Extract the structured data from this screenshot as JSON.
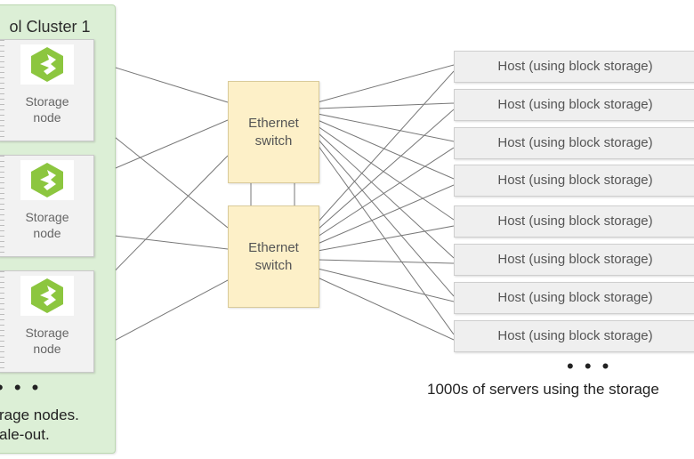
{
  "cluster": {
    "title": "ol Cluster 1",
    "nodes": [
      {
        "label": "Storage\nnode"
      },
      {
        "label": "Storage\nnode"
      },
      {
        "label": "Storage\nnode"
      }
    ],
    "ellipsis": "• • •",
    "note": "rage nodes.\nale-out."
  },
  "switches": [
    {
      "label": "Ethernet\nswitch"
    },
    {
      "label": "Ethernet\nswitch"
    }
  ],
  "hosts": [
    {
      "label": "Host (using block storage)"
    },
    {
      "label": "Host (using block storage)"
    },
    {
      "label": "Host (using block storage)"
    },
    {
      "label": "Host (using block storage)"
    },
    {
      "label": "Host (using block storage)"
    },
    {
      "label": "Host (using block storage)"
    },
    {
      "label": "Host (using block storage)"
    },
    {
      "label": "Host (using block storage)"
    }
  ],
  "hosts_ellipsis": "• • •",
  "servers_caption": "1000s of servers using the storage",
  "colors": {
    "cluster_bg": "#dcefd6",
    "switch_bg": "#fdf0c8",
    "host_bg": "#efefef",
    "logo_green": "#8cc63f",
    "link": "#777777"
  },
  "icons": {
    "storage_logo": "green-hexagon-arrows-icon"
  }
}
